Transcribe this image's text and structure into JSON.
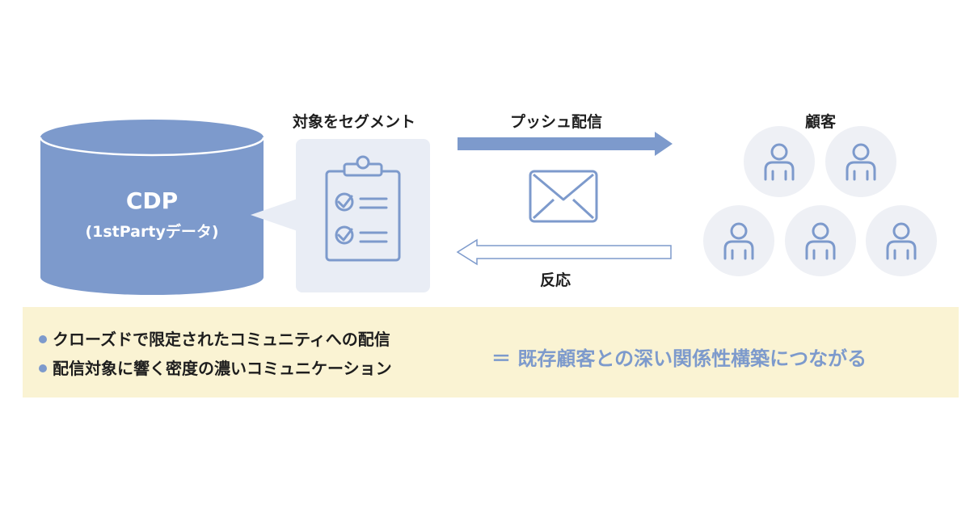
{
  "colors": {
    "accent_blue": "#7d9acc",
    "light_panel": "#e9edf5",
    "customer_circle": "#eef0f5",
    "footer_band": "#faf3d3",
    "text_dark": "#1e1e1e"
  },
  "cdp": {
    "title": "CDP",
    "subtitle": "(1stPartyデータ)",
    "icon": "database-cylinder-icon"
  },
  "segment": {
    "label": "対象をセグメント",
    "icon": "clipboard-checklist-icon"
  },
  "push": {
    "label": "プッシュ配信",
    "arrow_icon": "arrow-right-icon",
    "mail_icon": "envelope-icon"
  },
  "reaction": {
    "label": "反応",
    "arrow_icon": "arrow-left-outline-icon"
  },
  "customers": {
    "label": "顧客",
    "icon": "person-icon",
    "count": 5
  },
  "footer": {
    "bullets": [
      "クローズドで限定されたコミュニティへの配信",
      "配信対象に響く密度の濃いコミュニケーション"
    ],
    "conclusion": "＝ 既存顧客との深い関係性構築につながる"
  }
}
